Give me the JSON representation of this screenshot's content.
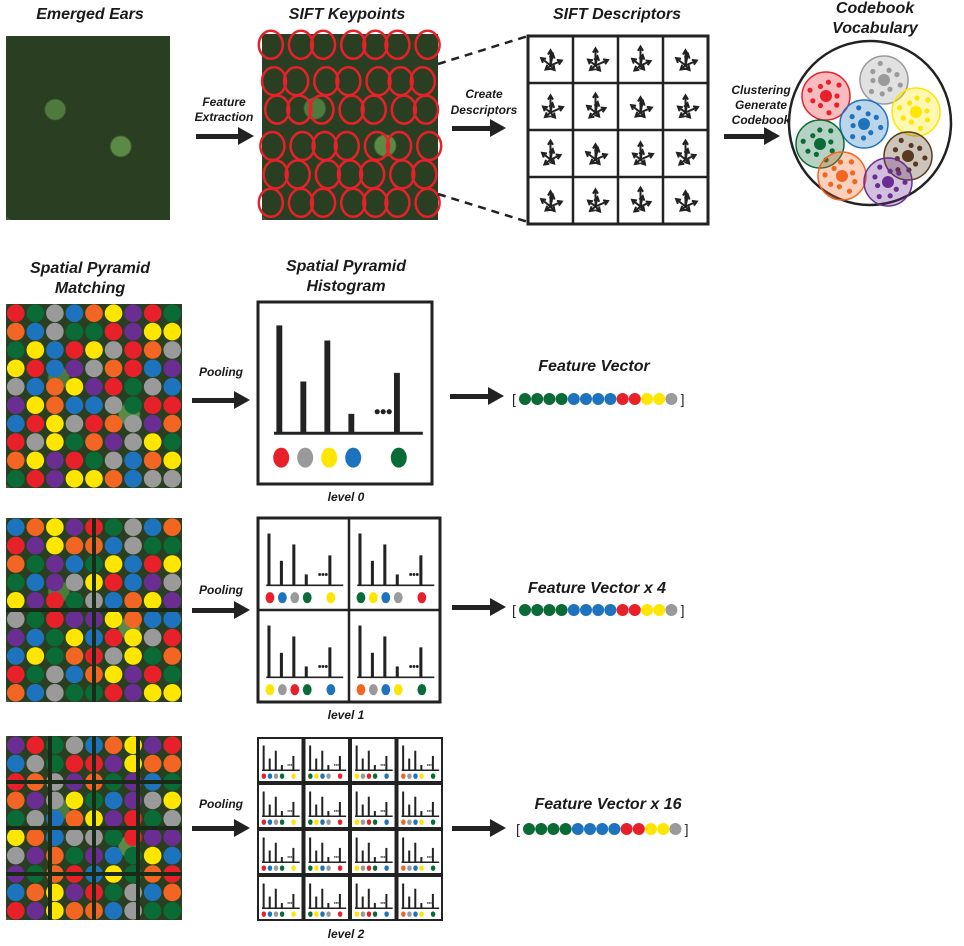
{
  "labels": {
    "emerged_ears": "Emerged Ears",
    "sift_keypoints": "SIFT  Keypoints",
    "sift_descriptors": "SIFT Descriptors",
    "codebook_line1": "Codebook",
    "codebook_line2": "Vocabulary",
    "feature_extraction_line1": "Feature",
    "feature_extraction_line2": "Extraction",
    "create_descriptors_line1": "Create",
    "create_descriptors_line2": "Descriptors",
    "clustering_line1": "Clustering",
    "clustering_line2": "Generate",
    "clustering_line3": "Codebook",
    "spm_line1": "Spatial Pyramid",
    "spm_line2": "Matching",
    "sph_line1": "Spatial Pyramid",
    "sph_line2": "Histogram",
    "pooling": "Pooling",
    "feature_vector": "Feature Vector",
    "feature_vector_x4": "Feature Vector x 4",
    "feature_vector_x16": "Feature Vector x 16",
    "level0": "level 0",
    "level1": "level 1",
    "level2": "level 2",
    "bracket_open": "[",
    "bracket_close": "]",
    "ellipsis": "•••"
  },
  "colors": {
    "red": "#e8202a",
    "gray": "#9a9a9a",
    "yellow": "#ffe600",
    "blue": "#1e73be",
    "green": "#0a6b37",
    "orange": "#f26522",
    "purple": "#6a2d91",
    "brown": "#5a3a1e",
    "keypoint_circle": "#e8202a",
    "ink": "#222222"
  },
  "feature_vector_colors": [
    "green",
    "green",
    "green",
    "green",
    "blue",
    "blue",
    "blue",
    "blue",
    "red",
    "red",
    "yellow",
    "yellow",
    "gray"
  ],
  "histogram_level0": {
    "bar_values": [
      1.0,
      0.48,
      0.86,
      0.18,
      0.56
    ],
    "dot_colors": [
      "red",
      "gray",
      "yellow",
      "blue",
      "green"
    ]
  },
  "histogram_level1_cells": [
    {
      "bars": [
        0.95,
        0.45,
        0.75,
        0.2,
        0.55
      ],
      "dots": [
        "red",
        "blue",
        "gray",
        "green",
        "yellow"
      ]
    },
    {
      "bars": [
        0.95,
        0.45,
        0.75,
        0.2,
        0.55
      ],
      "dots": [
        "green",
        "yellow",
        "blue",
        "gray",
        "red"
      ]
    },
    {
      "bars": [
        0.95,
        0.45,
        0.75,
        0.2,
        0.55
      ],
      "dots": [
        "yellow",
        "gray",
        "red",
        "green",
        "blue"
      ]
    },
    {
      "bars": [
        0.95,
        0.45,
        0.75,
        0.2,
        0.55
      ],
      "dots": [
        "orange",
        "gray",
        "blue",
        "yellow",
        "green"
      ]
    }
  ],
  "codebook_clusters": [
    {
      "color": "red"
    },
    {
      "color": "gray"
    },
    {
      "color": "yellow"
    },
    {
      "color": "blue"
    },
    {
      "color": "green"
    },
    {
      "color": "brown"
    },
    {
      "color": "orange"
    },
    {
      "color": "purple"
    }
  ],
  "pyramid_dot_palette": [
    "red",
    "yellow",
    "blue",
    "green",
    "purple",
    "orange",
    "gray"
  ]
}
